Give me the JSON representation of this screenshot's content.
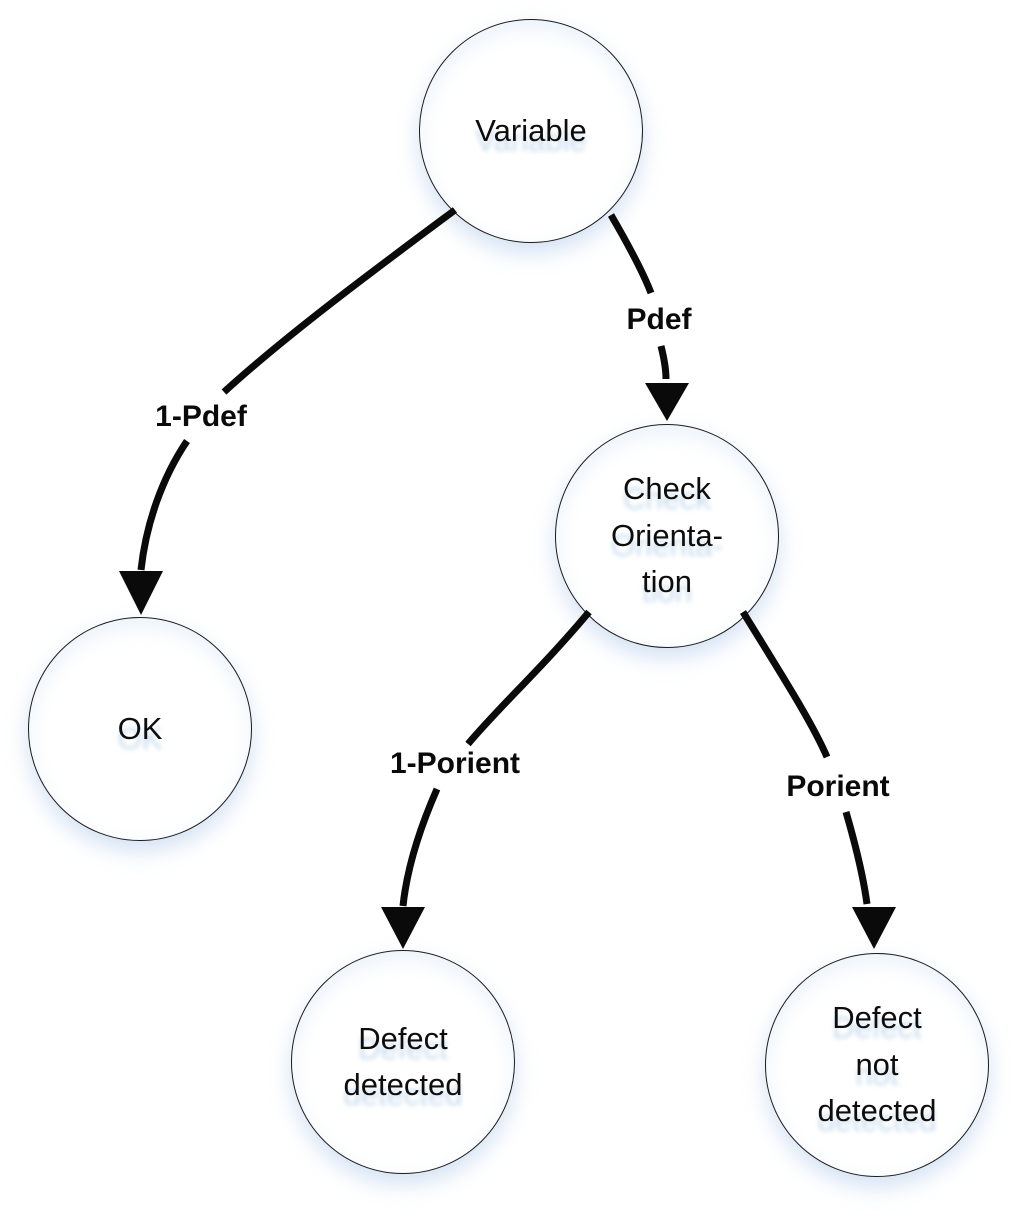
{
  "diagram": {
    "type": "decision-tree",
    "background_color": "#ffffff",
    "stroke_color": "#0a0a0a",
    "glow_color": "#8db3e2",
    "nodes": [
      {
        "id": "variable",
        "label": "Variable"
      },
      {
        "id": "check-orientation",
        "label": "Check\nOrienta-\ntion"
      },
      {
        "id": "ok",
        "label": "OK"
      },
      {
        "id": "defect-detected",
        "label": "Defect\ndetected"
      },
      {
        "id": "defect-not-detected",
        "label": "Defect\nnot\ndetected"
      }
    ],
    "edges": [
      {
        "from": "variable",
        "to": "ok",
        "label": "1-Pdef"
      },
      {
        "from": "variable",
        "to": "check-orientation",
        "label": "Pdef"
      },
      {
        "from": "check-orientation",
        "to": "defect-detected",
        "label": "1-Porient"
      },
      {
        "from": "check-orientation",
        "to": "defect-not-detected",
        "label": "Porient"
      }
    ]
  }
}
